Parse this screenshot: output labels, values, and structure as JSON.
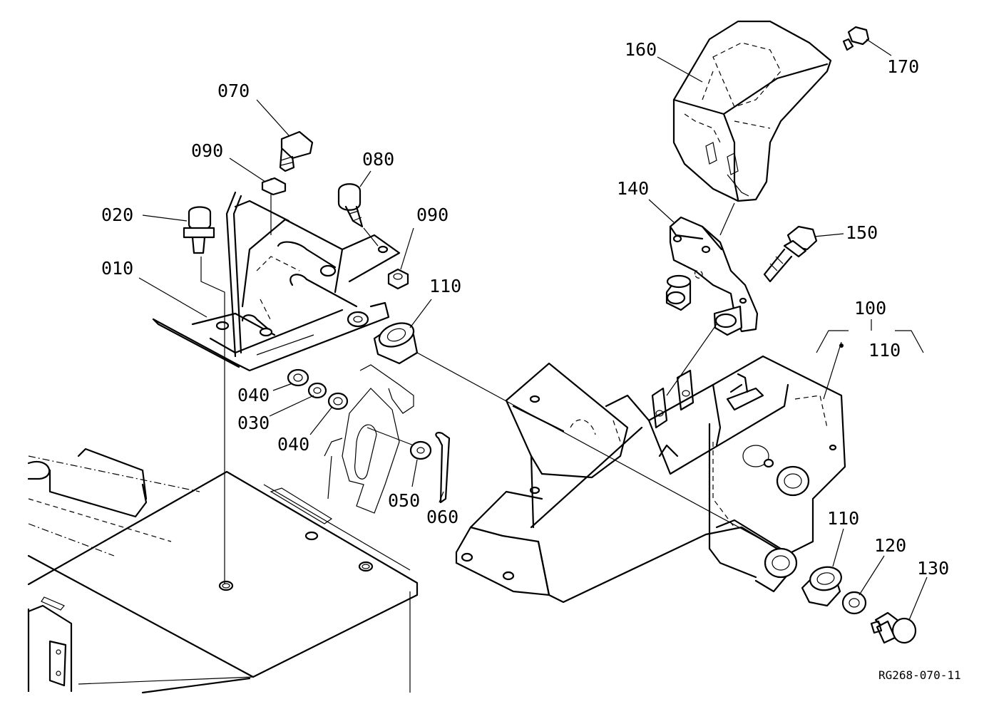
{
  "diagram_code": "RG268-070-11",
  "labels": [
    {
      "id": "160",
      "text": "160"
    },
    {
      "id": "170",
      "text": "170"
    },
    {
      "id": "070",
      "text": "070"
    },
    {
      "id": "090a",
      "text": "090"
    },
    {
      "id": "080",
      "text": "080"
    },
    {
      "id": "140",
      "text": "140"
    },
    {
      "id": "020",
      "text": "020"
    },
    {
      "id": "090b",
      "text": "090"
    },
    {
      "id": "150",
      "text": "150"
    },
    {
      "id": "010",
      "text": "010"
    },
    {
      "id": "110a",
      "text": "110"
    },
    {
      "id": "100",
      "text": "100"
    },
    {
      "id": "110b",
      "text": "110"
    },
    {
      "id": "040a",
      "text": "040"
    },
    {
      "id": "030",
      "text": "030"
    },
    {
      "id": "040b",
      "text": "040"
    },
    {
      "id": "050",
      "text": "050"
    },
    {
      "id": "060",
      "text": "060"
    },
    {
      "id": "110c",
      "text": "110"
    },
    {
      "id": "120",
      "text": "120"
    },
    {
      "id": "130",
      "text": "130"
    }
  ]
}
